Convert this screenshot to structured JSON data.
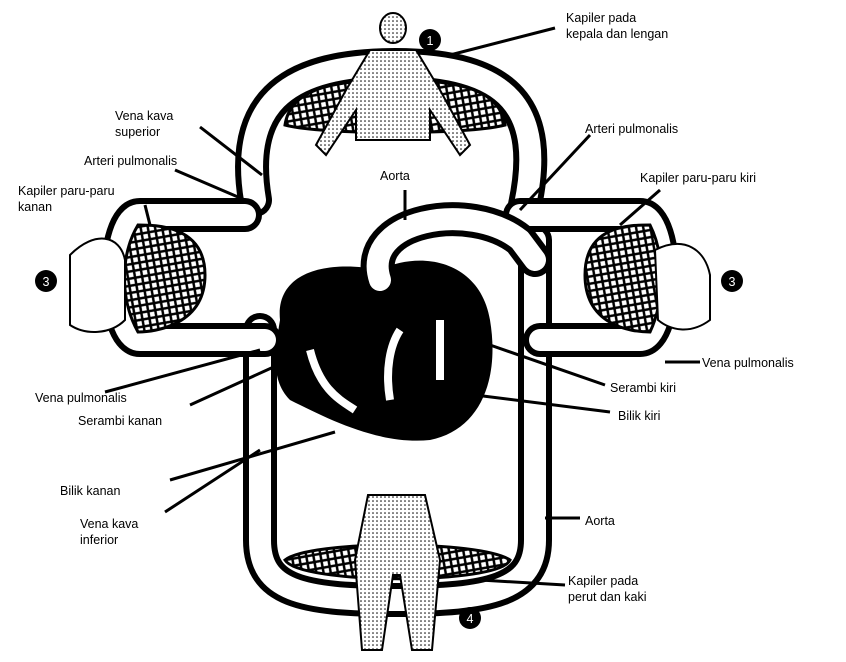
{
  "labels": {
    "kapiler_kepala": [
      "Kapiler pada",
      "kepala dan lengan"
    ],
    "vena_kava_superior": [
      "Vena kava",
      "superior"
    ],
    "arteri_pulmonalis_left": "Arteri pulmonalis",
    "kapiler_paru_kanan": [
      "Kapiler paru-paru",
      "kanan"
    ],
    "aorta_top": "Aorta",
    "arteri_pulmonalis_right": "Arteri pulmonalis",
    "kapiler_paru_kiri": "Kapiler paru-paru kiri",
    "vena_pulmonalis_right": "Vena pulmonalis",
    "vena_pulmonalis_left": "Vena pulmonalis",
    "serambi_kiri": "Serambi kiri",
    "serambi_kanan": "Serambi kanan",
    "bilik_kiri": "Bilik kiri",
    "bilik_kanan": "Bilik kanan",
    "vena_kava_inferior": [
      "Vena kava",
      "inferior"
    ],
    "aorta_bottom": "Aorta",
    "kapiler_perut": [
      "Kapiler pada",
      "perut dan kaki"
    ]
  },
  "markers": {
    "circle_top": "1",
    "circle_left": "3",
    "circle_right": "3",
    "circle_bottom": "4"
  }
}
